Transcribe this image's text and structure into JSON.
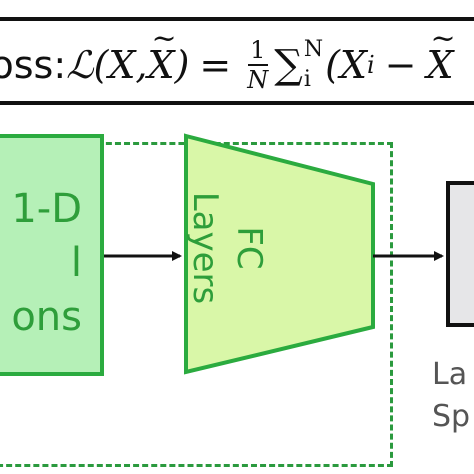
{
  "loss": {
    "label": "Loss:",
    "script_L": "ℒ",
    "open": "(",
    "var_X": "X",
    "comma": ", ",
    "var_X_tilde": "X",
    "close": ")",
    "equals": "=",
    "frac_num": "1",
    "frac_den": "N",
    "sum_symbol": "∑",
    "sum_upper": "N",
    "sum_lower": "i",
    "open2": "(",
    "term_X": "X",
    "term_sub": "i",
    "minus": "−",
    "term_X_tilde": "X"
  },
  "input": {
    "lines": [
      "1-D",
      "l",
      "ons"
    ]
  },
  "fc": {
    "lines": [
      "FC",
      "Layers"
    ]
  },
  "latent": {
    "lines": [
      "La",
      "Sp"
    ]
  },
  "colors": {
    "green_fill": "#b5f0b7",
    "green_stroke": "#2bab3f",
    "fc_fill": "#d9f7a8",
    "latent_fill": "#e6e6e8",
    "dashed": "#2b9a3e"
  }
}
